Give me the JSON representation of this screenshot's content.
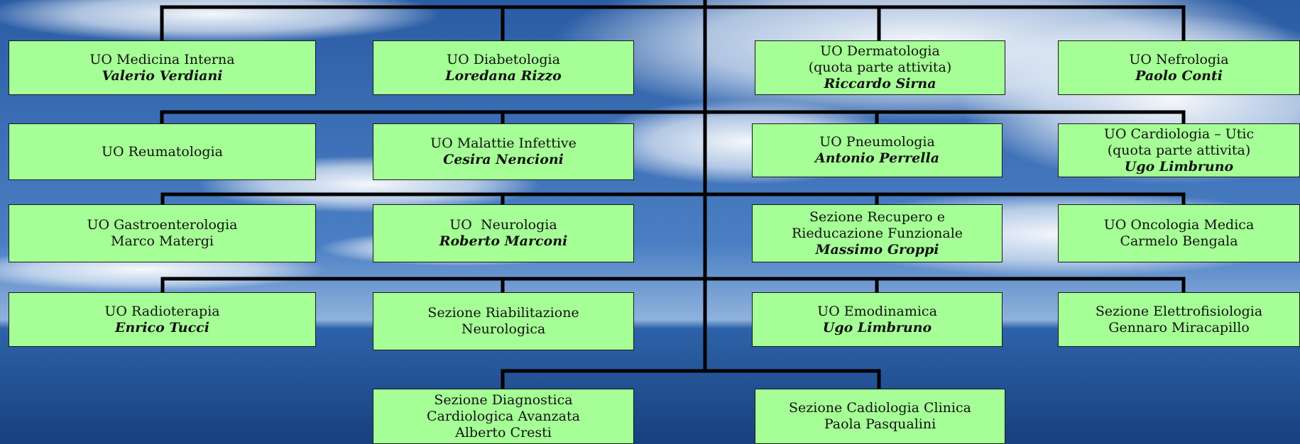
{
  "colors": {
    "box_fill": "#a6ff96",
    "line": "#000000",
    "sky_top": "#2c5fa8",
    "sea": "#1f4f9a"
  },
  "units": [
    {
      "id": "medicina-interna",
      "lines": [
        {
          "text": "UO Medicina Interna"
        },
        {
          "text": "Valerio Verdiani",
          "head": true
        }
      ]
    },
    {
      "id": "diabetologia",
      "lines": [
        {
          "text": "UO Diabetologia"
        },
        {
          "text": "Loredana Rizzo",
          "head": true
        }
      ]
    },
    {
      "id": "dermatologia",
      "lines": [
        {
          "text": "UO Dermatologia"
        },
        {
          "text": "(quota parte attivita)"
        },
        {
          "text": "Riccardo Sirna",
          "head": true
        }
      ]
    },
    {
      "id": "nefrologia",
      "lines": [
        {
          "text": "UO Nefrologia"
        },
        {
          "text": "Paolo Conti",
          "head": true
        }
      ]
    },
    {
      "id": "reumatologia",
      "lines": [
        {
          "text": "UO Reumatologia"
        }
      ]
    },
    {
      "id": "malattie-infettive",
      "lines": [
        {
          "text": "UO Malattie Infettive"
        },
        {
          "text": "Cesira Nencioni",
          "head": true
        }
      ]
    },
    {
      "id": "pneumologia",
      "lines": [
        {
          "text": "UO Pneumologia"
        },
        {
          "text": "Antonio Perrella",
          "head": true
        }
      ]
    },
    {
      "id": "cardiologia-utic",
      "lines": [
        {
          "text": "UO Cardiologia – Utic"
        },
        {
          "text": "(quota parte attivita)"
        },
        {
          "text": "Ugo Limbruno",
          "head": true
        }
      ]
    },
    {
      "id": "gastroenterologia",
      "lines": [
        {
          "text": "UO Gastroenterologia"
        },
        {
          "text": "Marco Matergi"
        }
      ]
    },
    {
      "id": "neurologia",
      "lines": [
        {
          "text": "UO  Neurologia"
        },
        {
          "text": "Roberto Marconi",
          "head": true
        }
      ]
    },
    {
      "id": "recupero-rieducazione",
      "lines": [
        {
          "text": "Sezione Recupero e"
        },
        {
          "text": "Rieducazione Funzionale"
        },
        {
          "text": "Massimo Groppi",
          "head": true
        }
      ]
    },
    {
      "id": "oncologia-medica",
      "lines": [
        {
          "text": "UO Oncologia Medica"
        },
        {
          "text": "Carmelo Bengala"
        }
      ]
    },
    {
      "id": "radioterapia",
      "lines": [
        {
          "text": "UO Radioterapia"
        },
        {
          "text": "Enrico Tucci",
          "head": true
        }
      ]
    },
    {
      "id": "riabilitazione-neurologica",
      "lines": [
        {
          "text": "Sezione Riabilitazione"
        },
        {
          "text": "Neurologica"
        }
      ]
    },
    {
      "id": "emodinamica",
      "lines": [
        {
          "text": "UO Emodinamica"
        },
        {
          "text": "Ugo Limbruno",
          "head": true
        }
      ]
    },
    {
      "id": "elettrofisiologia",
      "lines": [
        {
          "text": "Sezione Elettrofisiologia"
        },
        {
          "text": "Gennaro Miracapillo"
        }
      ]
    },
    {
      "id": "diagnostica-cardiologica",
      "lines": [
        {
          "text": "Sezione Diagnostica"
        },
        {
          "text": "Cardiologica Avanzata"
        },
        {
          "text": "Alberto Cresti"
        }
      ]
    },
    {
      "id": "cardiologia-clinica",
      "lines": [
        {
          "text": "Sezione Cadiologia Clinica"
        },
        {
          "text": "Paola Pasqualini"
        }
      ]
    }
  ]
}
